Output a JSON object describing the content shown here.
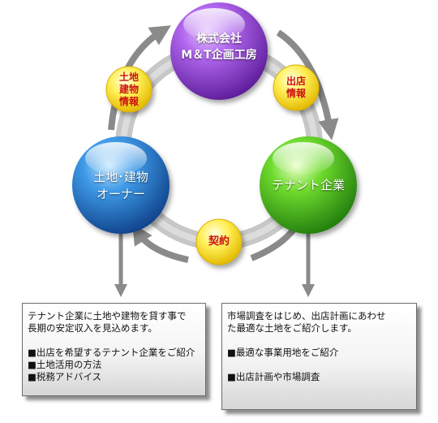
{
  "nodes": {
    "company": {
      "line1": "株式会社",
      "line2": "M＆T企画工房",
      "color": "#8e3fd0"
    },
    "owner": {
      "line1": "土地･建物",
      "line2": "オーナー",
      "color": "#1f72c8"
    },
    "tenant": {
      "line1": "テナント企業",
      "color": "#3fb91a"
    }
  },
  "badges": {
    "land_info": {
      "line1": "土地",
      "line2": "建物",
      "line3": "情報"
    },
    "store_info": {
      "line1": "出店",
      "line2": "情報"
    },
    "contract": {
      "line1": "契約"
    }
  },
  "boxes": {
    "owner_box": {
      "intro1": "テナント企業に土地や建物を貸す事で",
      "intro2": "長期の安定収入を見込めます。",
      "item1": "■出店を希望するテナント企業をご紹介",
      "item2": "■土地活用の方法",
      "item3": "■税務アドバイス"
    },
    "tenant_box": {
      "intro1": "市場調査をはじめ、出店計画にあわせ",
      "intro2": "た最適な土地をご紹介します。",
      "item1": "■最適な事業用地をご紹介",
      "item2": "■出店計画や市場調査"
    }
  },
  "colors": {
    "badge_fill": "#fff04a",
    "badge_text": "#cc1111",
    "ring": "#bdbdbd",
    "arrow": "#8a8a8a"
  }
}
